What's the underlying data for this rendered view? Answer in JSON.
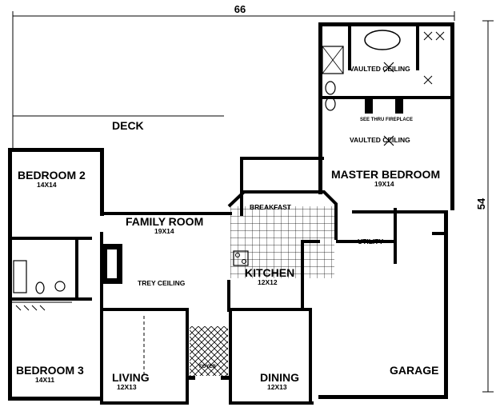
{
  "overall": {
    "width": "66",
    "depth": "54"
  },
  "deck": "DECK",
  "ceilings": {
    "vaulted_top": "VAULTED CEILING",
    "vaulted_master": "VAULTED CEILING",
    "trey": "TREY CEILING"
  },
  "see_thru_fireplace": "SEE THRU FIREPLACE",
  "rooms": {
    "bedroom2": {
      "name": "BEDROOM 2",
      "size": "14X14"
    },
    "bedroom3": {
      "name": "BEDROOM 3",
      "size": "14X11"
    },
    "family": {
      "name": "FAMILY ROOM",
      "size": "19X14"
    },
    "master": {
      "name": "MASTER BEDROOM",
      "size": "19X14"
    },
    "kitchen": {
      "name": "KITCHEN",
      "size": "12X12"
    },
    "breakfast": {
      "name": "BREAKFAST"
    },
    "utility": {
      "name": "UTILITY"
    },
    "living": {
      "name": "LIVING",
      "size": "12X13"
    },
    "foyer": {
      "name": "FOYER"
    },
    "dining": {
      "name": "DINING",
      "size": "12X13"
    },
    "garage": {
      "name": "GARAGE"
    }
  },
  "colors": {
    "ink": "#000000",
    "paper": "#ffffff"
  }
}
